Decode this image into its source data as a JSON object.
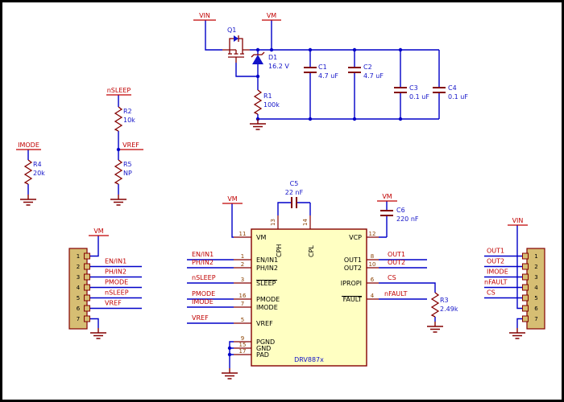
{
  "colors": {
    "wire": "#0000C8",
    "symbol_outline": "#840000",
    "net_label": "#C00000",
    "value_label": "#1313C8",
    "pin_number": "#8B4000",
    "ic_fill": "#FFFFC2",
    "connector_fill": "#D6BE73",
    "background": "#FFFFFF"
  },
  "nets": {
    "vin": "VIN",
    "vm": "VM",
    "nsleep": "nSLEEP",
    "vref": "VREF",
    "imode": "IMODE",
    "en_in1": "EN/IN1",
    "ph_in2": "PH/IN2",
    "pmode": "PMODE",
    "out1": "OUT1",
    "out2": "OUT2",
    "cs": "CS",
    "nfault": "nFAULT"
  },
  "components": {
    "q1": {
      "ref": "Q1"
    },
    "d1": {
      "ref": "D1",
      "value": "16.2 V"
    },
    "r1": {
      "ref": "R1",
      "value": "100k"
    },
    "r2": {
      "ref": "R2",
      "value": "10k"
    },
    "r3": {
      "ref": "R3",
      "value": "2.49k"
    },
    "r4": {
      "ref": "R4",
      "value": "20k"
    },
    "r5": {
      "ref": "R5",
      "value": "NP"
    },
    "c1": {
      "ref": "C1",
      "value": "4.7 uF"
    },
    "c2": {
      "ref": "C2",
      "value": "4.7 uF"
    },
    "c3": {
      "ref": "C3",
      "value": "0.1 uF"
    },
    "c4": {
      "ref": "C4",
      "value": "0.1 uF"
    },
    "c5": {
      "ref": "C5",
      "value": "22 nF"
    },
    "c6": {
      "ref": "C6",
      "value": "220 nF"
    }
  },
  "ic": {
    "name": "DRV887x",
    "left_pins": [
      {
        "num": "11",
        "name": "VM"
      },
      {
        "num": "1",
        "name": "EN/IN1"
      },
      {
        "num": "2",
        "name": "PH/IN2"
      },
      {
        "num": "3",
        "name": "SLEEP"
      },
      {
        "num": "16",
        "name": "PMODE"
      },
      {
        "num": "7",
        "name": "IMODE"
      },
      {
        "num": "5",
        "name": "VREF"
      },
      {
        "num": "9",
        "name": "PGND"
      },
      {
        "num": "15",
        "name": "GND"
      },
      {
        "num": "17",
        "name": "PAD"
      }
    ],
    "top_pins": [
      {
        "num": "13",
        "name": "CPH"
      },
      {
        "num": "14",
        "name": "CPL"
      }
    ],
    "right_pins": [
      {
        "num": "12",
        "name": "VCP"
      },
      {
        "num": "8",
        "name": "OUT1"
      },
      {
        "num": "10",
        "name": "OUT2"
      },
      {
        "num": "6",
        "name": "IPROPI"
      },
      {
        "num": "4",
        "name": "FAULT"
      }
    ]
  },
  "connectors": {
    "left": {
      "pin_numbers": [
        "1",
        "2",
        "3",
        "4",
        "5",
        "6",
        "7"
      ],
      "labels": [
        "VM",
        "EN/IN1",
        "PH/IN2",
        "PMODE",
        "nSLEEP",
        "VREF"
      ]
    },
    "right": {
      "pin_numbers": [
        "1",
        "2",
        "3",
        "4",
        "5",
        "6",
        "7"
      ],
      "labels": [
        "OUT1",
        "OUT2",
        "IMODE",
        "nFAULT",
        "CS",
        "VIN"
      ]
    }
  }
}
